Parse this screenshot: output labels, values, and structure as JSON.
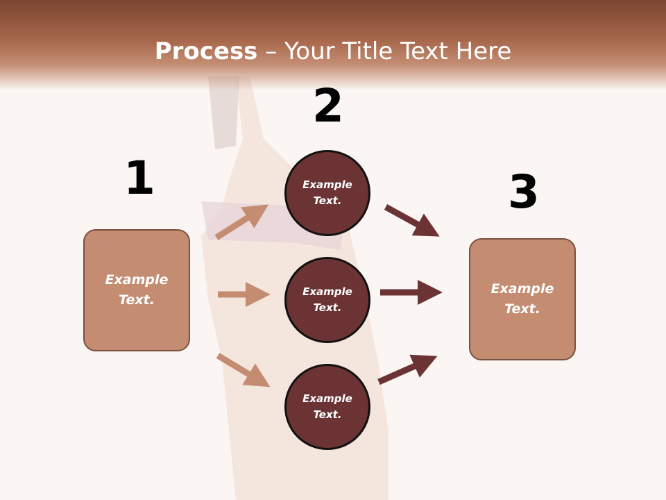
{
  "slide": {
    "title_strong": "Process",
    "title_rest": " – Your Title Text Here"
  },
  "steps": {
    "step1_number": "1",
    "step2_number": "2",
    "step3_number": "3"
  },
  "nodes": {
    "left_box": "Example Text.",
    "circle_top": "Example Text.",
    "circle_middle": "Example Text.",
    "circle_bottom": "Example Text.",
    "right_box": "Example Text."
  },
  "colors": {
    "header_dark": "#7a4630",
    "box_fill": "#c48d72",
    "circle_fill": "#6b3333",
    "arrow_in": "#c48d72",
    "arrow_out": "#6b3333"
  }
}
